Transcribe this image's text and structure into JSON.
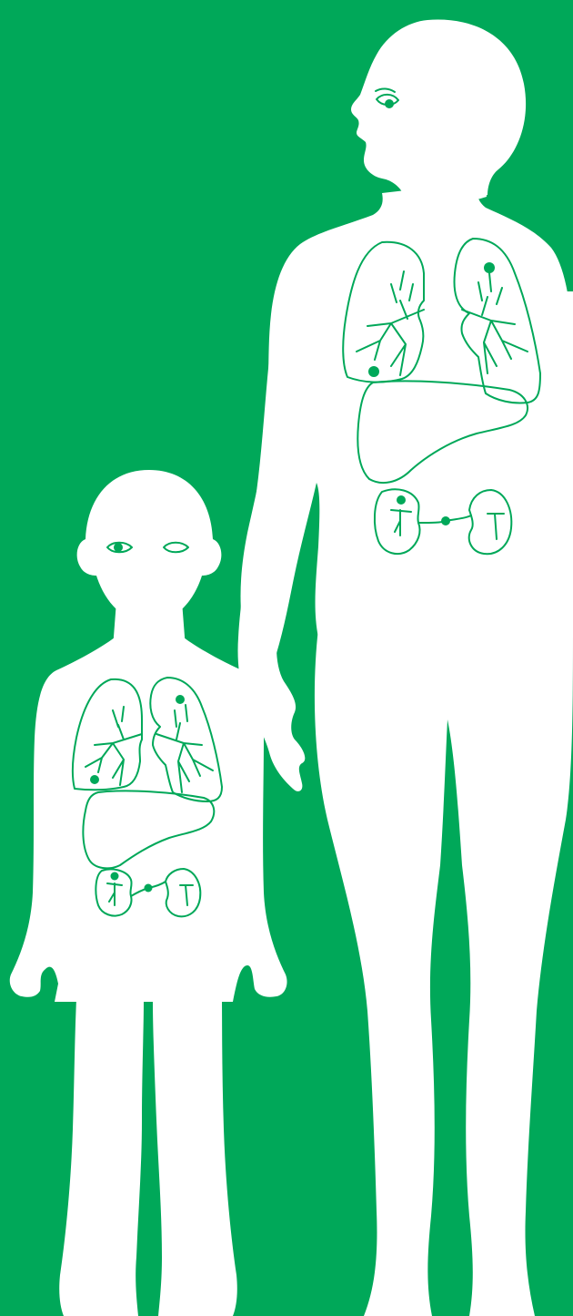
{
  "figure": {
    "subjects": [
      "adult",
      "child"
    ],
    "organs_shown": [
      "eyes",
      "lungs",
      "liver",
      "kidneys"
    ],
    "marked_organs": [
      "eye",
      "left-lung",
      "right-lung",
      "kidneys"
    ],
    "unmarked_organs": [
      "liver",
      "right-eye-of-child"
    ]
  },
  "colors": {
    "background": "#00A859",
    "silhouette": "#FFFFFF",
    "organ_outline": "#00A859",
    "marker_dot": "#00A859"
  }
}
